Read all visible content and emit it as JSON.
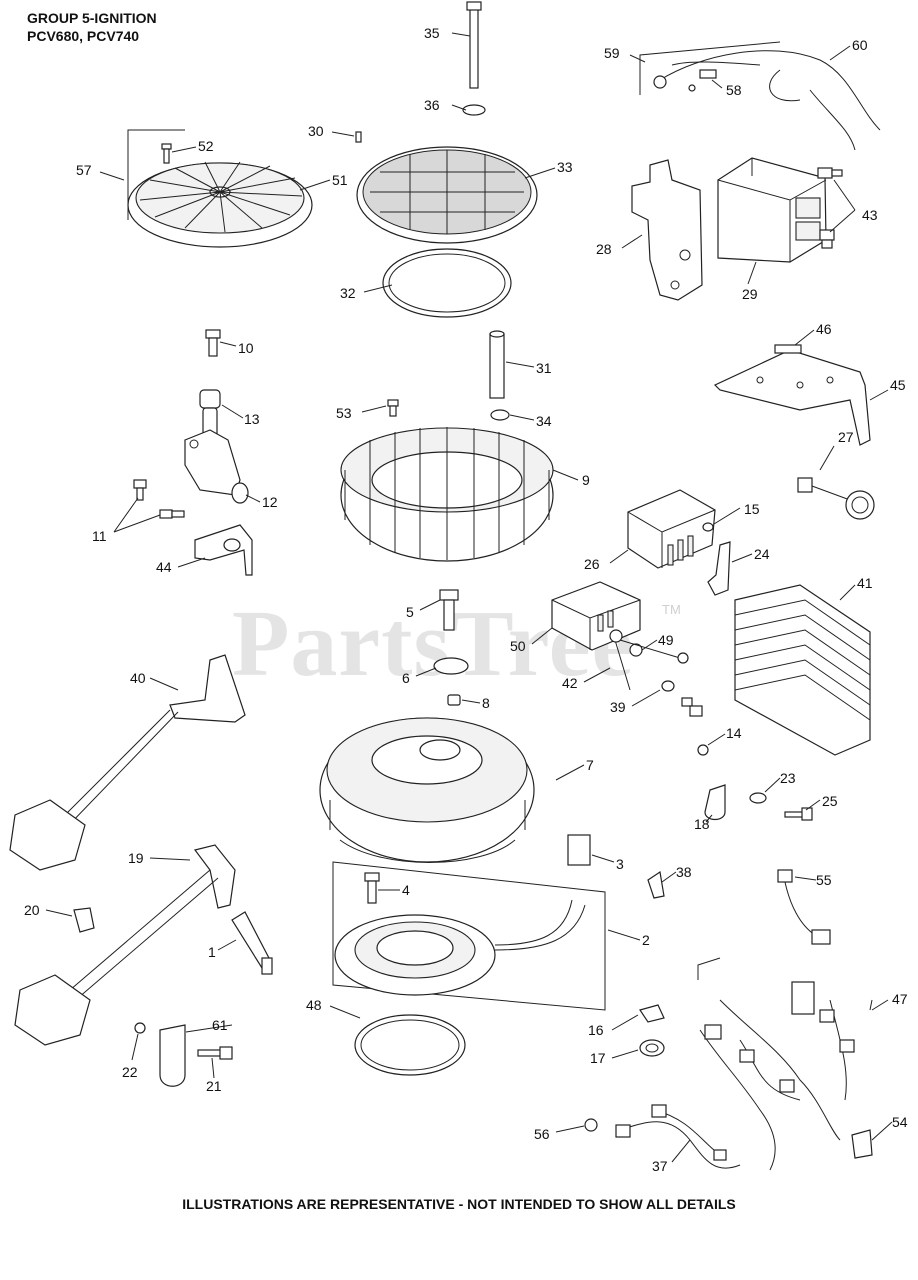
{
  "header": {
    "line1": "GROUP 5-IGNITION",
    "line2": "PCV680, PCV740"
  },
  "watermark": {
    "text": "PartsTree",
    "mark": "TM"
  },
  "footer": {
    "text": "ILLUSTRATIONS ARE REPRESENTATIVE - NOT INTENDED TO SHOW ALL DETAILS"
  },
  "callouts": [
    {
      "id": "35",
      "label": "35"
    },
    {
      "id": "36",
      "label": "36"
    },
    {
      "id": "59",
      "label": "59"
    },
    {
      "id": "60",
      "label": "60"
    },
    {
      "id": "58",
      "label": "58"
    },
    {
      "id": "30",
      "label": "30"
    },
    {
      "id": "52",
      "label": "52"
    },
    {
      "id": "57",
      "label": "57"
    },
    {
      "id": "51",
      "label": "51"
    },
    {
      "id": "33",
      "label": "33"
    },
    {
      "id": "43",
      "label": "43"
    },
    {
      "id": "28",
      "label": "28"
    },
    {
      "id": "29",
      "label": "29"
    },
    {
      "id": "32",
      "label": "32"
    },
    {
      "id": "10",
      "label": "10"
    },
    {
      "id": "31",
      "label": "31"
    },
    {
      "id": "46",
      "label": "46"
    },
    {
      "id": "45",
      "label": "45"
    },
    {
      "id": "53",
      "label": "53"
    },
    {
      "id": "34",
      "label": "34"
    },
    {
      "id": "13",
      "label": "13"
    },
    {
      "id": "27",
      "label": "27"
    },
    {
      "id": "9",
      "label": "9"
    },
    {
      "id": "12",
      "label": "12"
    },
    {
      "id": "11",
      "label": "11"
    },
    {
      "id": "15",
      "label": "15"
    },
    {
      "id": "26",
      "label": "26"
    },
    {
      "id": "24",
      "label": "24"
    },
    {
      "id": "44",
      "label": "44"
    },
    {
      "id": "41",
      "label": "41"
    },
    {
      "id": "5",
      "label": "5"
    },
    {
      "id": "50",
      "label": "50"
    },
    {
      "id": "49",
      "label": "49"
    },
    {
      "id": "6",
      "label": "6"
    },
    {
      "id": "42",
      "label": "42"
    },
    {
      "id": "40",
      "label": "40"
    },
    {
      "id": "8",
      "label": "8"
    },
    {
      "id": "39",
      "label": "39"
    },
    {
      "id": "14",
      "label": "14"
    },
    {
      "id": "7",
      "label": "7"
    },
    {
      "id": "23",
      "label": "23"
    },
    {
      "id": "25",
      "label": "25"
    },
    {
      "id": "18",
      "label": "18"
    },
    {
      "id": "19",
      "label": "19"
    },
    {
      "id": "3",
      "label": "3"
    },
    {
      "id": "38",
      "label": "38"
    },
    {
      "id": "55",
      "label": "55"
    },
    {
      "id": "4",
      "label": "4"
    },
    {
      "id": "20",
      "label": "20"
    },
    {
      "id": "2",
      "label": "2"
    },
    {
      "id": "1",
      "label": "1"
    },
    {
      "id": "47",
      "label": "47"
    },
    {
      "id": "48",
      "label": "48"
    },
    {
      "id": "61",
      "label": "61"
    },
    {
      "id": "16",
      "label": "16"
    },
    {
      "id": "22",
      "label": "22"
    },
    {
      "id": "21",
      "label": "21"
    },
    {
      "id": "17",
      "label": "17"
    },
    {
      "id": "54",
      "label": "54"
    },
    {
      "id": "56",
      "label": "56"
    },
    {
      "id": "37",
      "label": "37"
    }
  ]
}
